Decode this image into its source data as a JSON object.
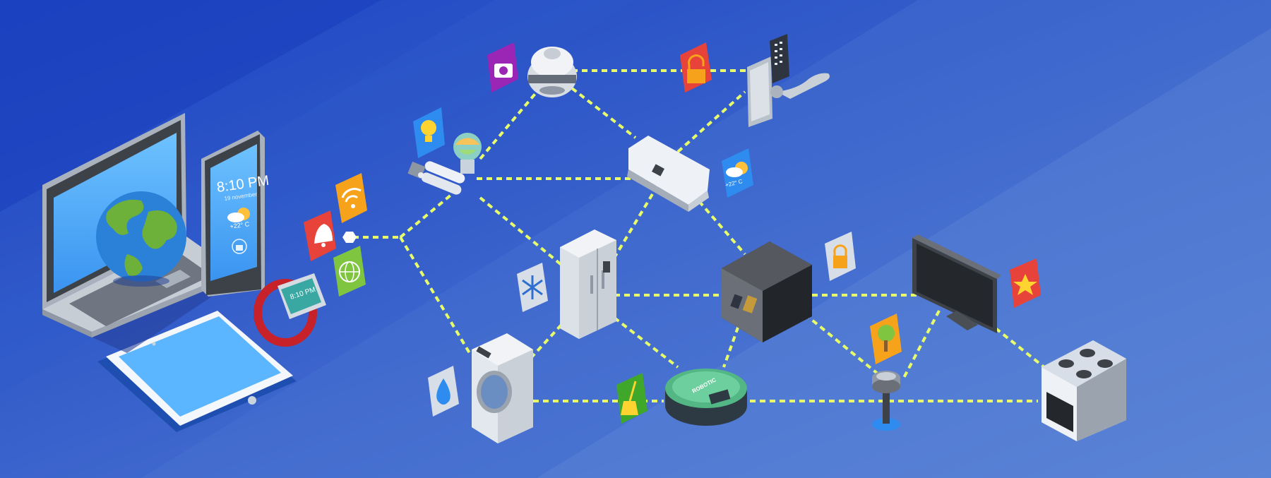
{
  "scene": {
    "background_colors": [
      "#1E46C4",
      "#2A58CB",
      "#3A66CE",
      "#4A74D0",
      "#5A82D3"
    ],
    "connection_color": "#E9FF6A",
    "devices": [
      "laptop",
      "smartphone",
      "tablet",
      "smartwatch",
      "smart-bulb",
      "cfl-bulb",
      "security-camera",
      "smart-door-lock",
      "air-conditioner",
      "refrigerator",
      "washing-machine",
      "robot-vacuum",
      "safe",
      "television",
      "garden-sprinkler",
      "stove"
    ],
    "icons": [
      "wifi-icon",
      "notification-bell-icon",
      "globe-network-icon",
      "lightbulb-icon",
      "camera-icon",
      "padlock-icon",
      "weather-icon",
      "snowflake-icon",
      "water-drop-icon",
      "broom-icon",
      "lock-icon",
      "tree-icon",
      "star-icon",
      "hub-node-icon"
    ]
  },
  "phone": {
    "time": "8:10 PM",
    "date": "19 november",
    "temperature": "+22° C"
  },
  "watch": {
    "time": "8:10 PM"
  },
  "weather_badge": {
    "temperature": "+22° C"
  },
  "vacuum": {
    "brand": "ROBOTIC"
  }
}
